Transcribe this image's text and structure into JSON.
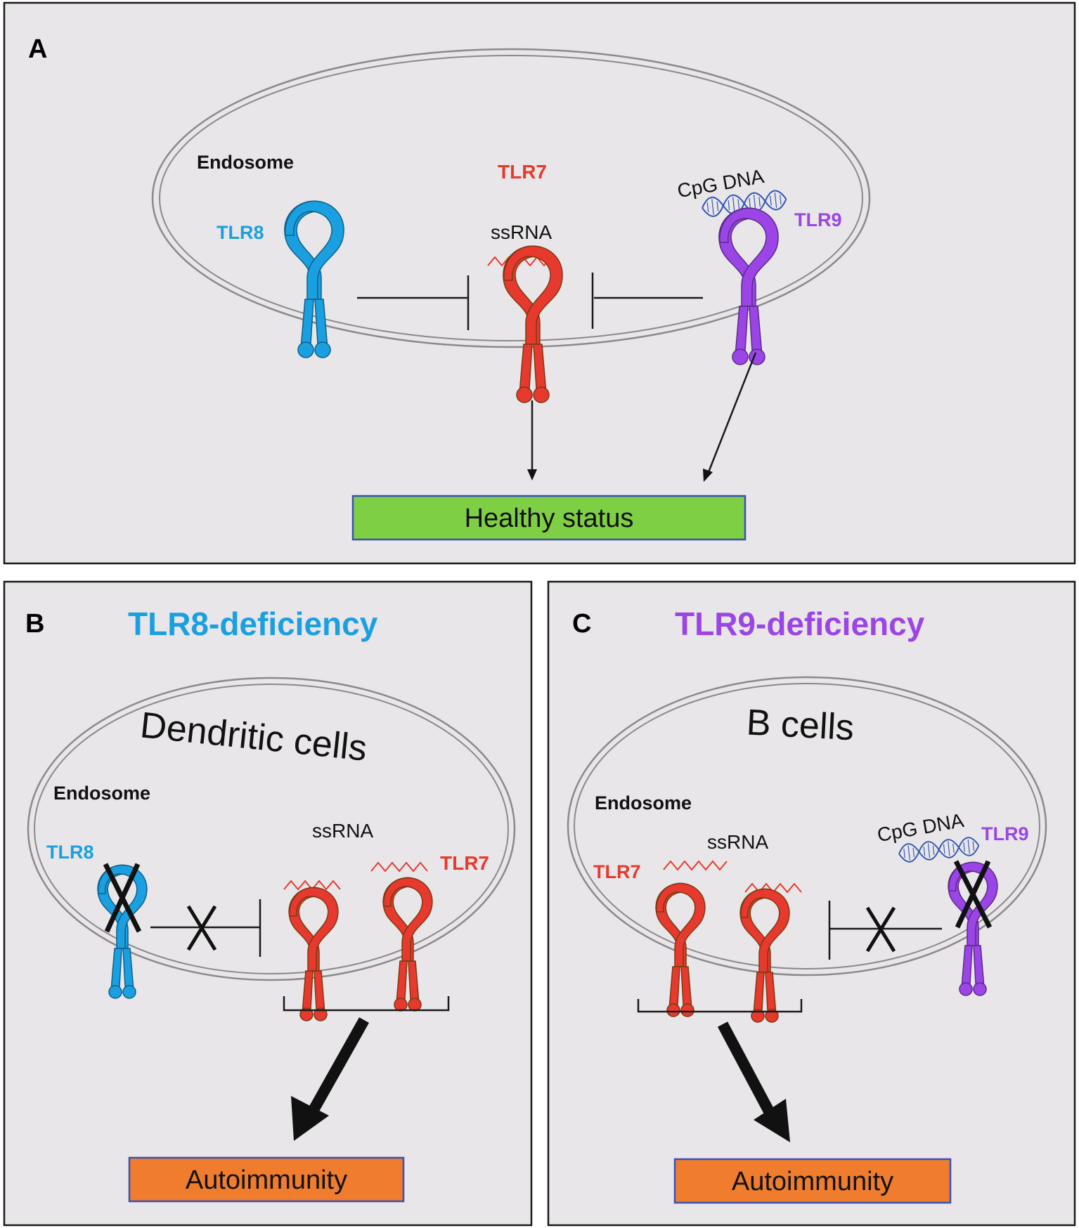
{
  "colors": {
    "tlr8": "#1aa0e0",
    "tlr7": "#e8392e",
    "tlr9": "#9b45e6",
    "healthy_box": "#7fcf45",
    "autoimmunity_box": "#ef7d2d",
    "box_border": "#3a50b8",
    "dna": "#2f55b5"
  },
  "panel_a": {
    "letter": "A",
    "endosome": "Endosome",
    "tlr8": "TLR8",
    "tlr7": "TLR7",
    "tlr9": "TLR9",
    "ssrna": "ssRNA",
    "cpg": "CpG DNA",
    "outcome": "Healthy status"
  },
  "panel_b": {
    "letter": "B",
    "title": "TLR8-deficiency",
    "cell_type": "Dendritic cells",
    "endosome": "Endosome",
    "tlr8": "TLR8",
    "tlr7": "TLR7",
    "ssrna": "ssRNA",
    "outcome": "Autoimmunity"
  },
  "panel_c": {
    "letter": "C",
    "title": "TLR9-deficiency",
    "cell_type": "B cells",
    "endosome": "Endosome",
    "tlr7": "TLR7",
    "tlr9": "TLR9",
    "ssrna": "ssRNA",
    "cpg": "CpG DNA",
    "outcome": "Autoimmunity"
  }
}
